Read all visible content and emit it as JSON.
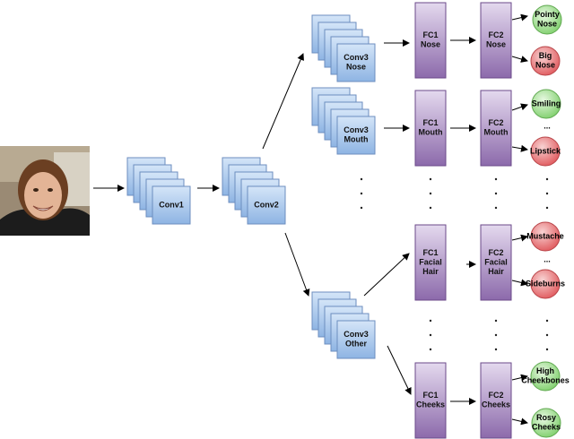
{
  "input": {
    "photo": "face-photo"
  },
  "layers": {
    "conv1": "Conv1",
    "conv2": "Conv2",
    "conv3_nose": [
      "Conv3",
      "Nose"
    ],
    "conv3_mouth": [
      "Conv3",
      "Mouth"
    ],
    "conv3_other": [
      "Conv3",
      "Other"
    ],
    "fc1_nose": [
      "FC1",
      "Nose"
    ],
    "fc2_nose": [
      "FC2",
      "Nose"
    ],
    "fc1_mouth": [
      "FC1",
      "Mouth"
    ],
    "fc2_mouth": [
      "FC2",
      "Mouth"
    ],
    "fc1_facial_hair": [
      "FC1",
      "Facial",
      "Hair"
    ],
    "fc2_facial_hair": [
      "FC2",
      "Facial",
      "Hair"
    ],
    "fc1_cheeks": [
      "FC1",
      "Cheeks"
    ],
    "fc2_cheeks": [
      "FC2",
      "Cheeks"
    ]
  },
  "outputs": {
    "pointy_nose": {
      "lines": [
        "Pointy",
        "Nose"
      ],
      "color": "#8fd47e"
    },
    "big_nose": {
      "lines": [
        "Big",
        "Nose"
      ],
      "color": "#e8676b"
    },
    "smiling": {
      "lines": [
        "Smiling"
      ],
      "color": "#8fd47e"
    },
    "lipstick": {
      "lines": [
        "Lipstick"
      ],
      "color": "#e8676b"
    },
    "mustache": {
      "lines": [
        "Mustache"
      ],
      "color": "#e8676b"
    },
    "sideburns": {
      "lines": [
        "Sideburns"
      ],
      "color": "#e8676b"
    },
    "high_cheekbones": {
      "lines": [
        "High",
        "Cheekbones"
      ],
      "color": "#8fd47e"
    },
    "rosy_cheeks": {
      "lines": [
        "Rosy",
        "Cheeks"
      ],
      "color": "#8fd47e"
    }
  },
  "ellipsis": "...",
  "colors": {
    "conv_fill": "#aecbed",
    "conv_stroke": "#6c8ebf",
    "fc_fill": "#b39ac7",
    "fc_stroke": "#6b4a8a",
    "arrow": "#000000"
  }
}
